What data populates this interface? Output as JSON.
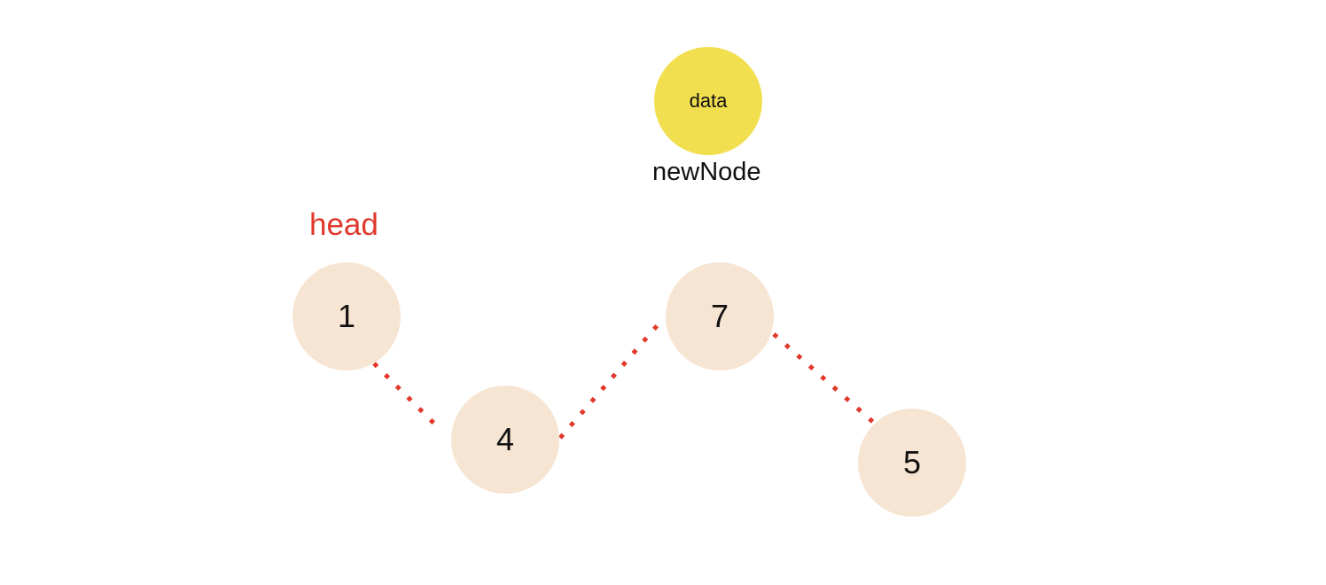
{
  "new_node": {
    "value": "data",
    "label": "newNode",
    "color": "#f1df4f"
  },
  "head_label": "head",
  "list": {
    "node_color": "#f7e5d3",
    "link_color": "#e0382b",
    "nodes": [
      {
        "value": "1"
      },
      {
        "value": "4"
      },
      {
        "value": "7"
      },
      {
        "value": "5"
      }
    ]
  }
}
